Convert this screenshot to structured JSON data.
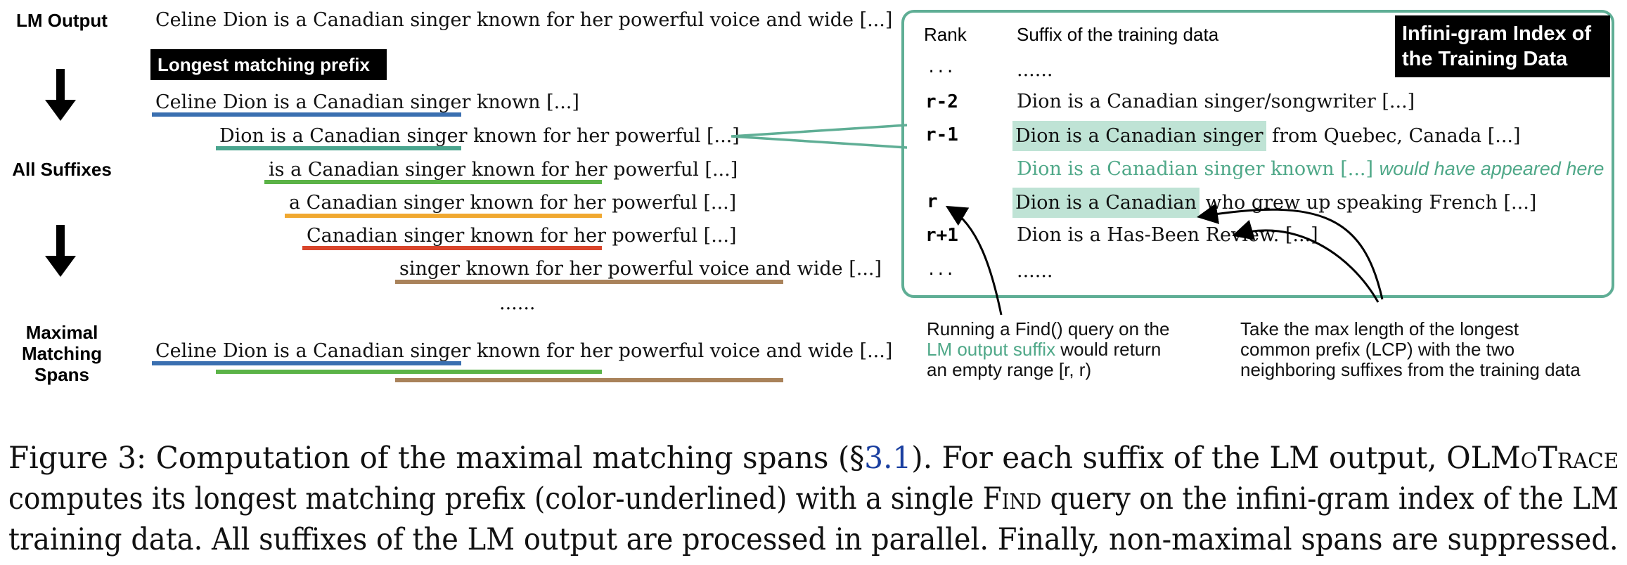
{
  "labels": {
    "lm_output": "LM Output",
    "all_suffixes": "All Suffixes",
    "maximal_1": "Maximal",
    "maximal_2": "Matching",
    "maximal_3": "Spans"
  },
  "lm_output_text": "Celine Dion is a Canadian singer known for her powerful voice and wide [...]",
  "longest_prefix_badge": "Longest matching prefix",
  "suffixes": [
    {
      "matched": "Celine Dion is a Canadian singer",
      "rest": " known [...]"
    },
    {
      "matched": "Dion is a Canadian singer",
      "rest": " known for her powerful [...]"
    },
    {
      "matched": "is a Canadian singer known for her",
      "rest": " powerful [...]"
    },
    {
      "matched": "a Canadian singer known for her",
      "rest": " powerful [...]"
    },
    {
      "matched": "Canadian singer known for her",
      "rest": " powerful [...]"
    },
    {
      "matched": "singer known for her powerful voice and",
      "rest": " wide [...]"
    }
  ],
  "dots": "......",
  "maximal_text": "Celine Dion is a Canadian singer known for her powerful voice and wide [...]",
  "colors": {
    "blue": "#3a6fb0",
    "teal": "#4aa58e",
    "green": "#5bb347",
    "orange": "#f0a830",
    "red": "#d9452b",
    "brown": "#a9825a",
    "panel_border": "#5fae95",
    "highlight": "#bfe3d5"
  },
  "index_panel": {
    "title_line1": "Infini-gram Index of",
    "title_line2": "the Training Data",
    "col_rank": "Rank",
    "col_suffix": "Suffix of the training data",
    "rows": [
      {
        "rank": "...",
        "hl": "",
        "text": "......"
      },
      {
        "rank": "r-2",
        "hl": "",
        "text": "Dion is a Canadian singer/songwriter [...]"
      },
      {
        "rank": "r-1",
        "hl": "Dion is a Canadian singer",
        "text": " from Quebec, Canada [...]"
      },
      {
        "rank": "r",
        "hl": "Dion is a Canadian",
        "text": " who grew up speaking French [...]"
      },
      {
        "rank": "r+1",
        "hl": "",
        "text": "Dion is a Has-Been Review. [...]"
      },
      {
        "rank": "...",
        "hl": "",
        "text": "......"
      }
    ],
    "would_appear_text": "Dion is a Canadian singer known [...]",
    "would_appear_note": "would have appeared here"
  },
  "notes": {
    "find_line1": "Running a Find() query on the",
    "find_line2_teal": "LM output suffix",
    "find_line2_rest": " would return",
    "find_line3": "an empty range [r, r)",
    "lcp_line1": "Take the max length of the longest",
    "lcp_line2": "common prefix (LCP) with the two",
    "lcp_line3": "neighboring suffixes from the training data"
  },
  "caption": {
    "line1_a": "Figure 3: Computation of the maximal matching spans (§",
    "line1_link": "3.1",
    "line1_b": "). For each suffix of the LM output, ",
    "olmotrace": "OLMoTrace",
    "line2_a": "computes its longest matching prefix (color-underlined) with a single ",
    "find": "Find",
    "line2_b": " query on the infini-gram index of the LM",
    "line3": "training data. All suffixes of the LM output are processed in parallel. Finally, non-maximal spans are suppressed."
  }
}
